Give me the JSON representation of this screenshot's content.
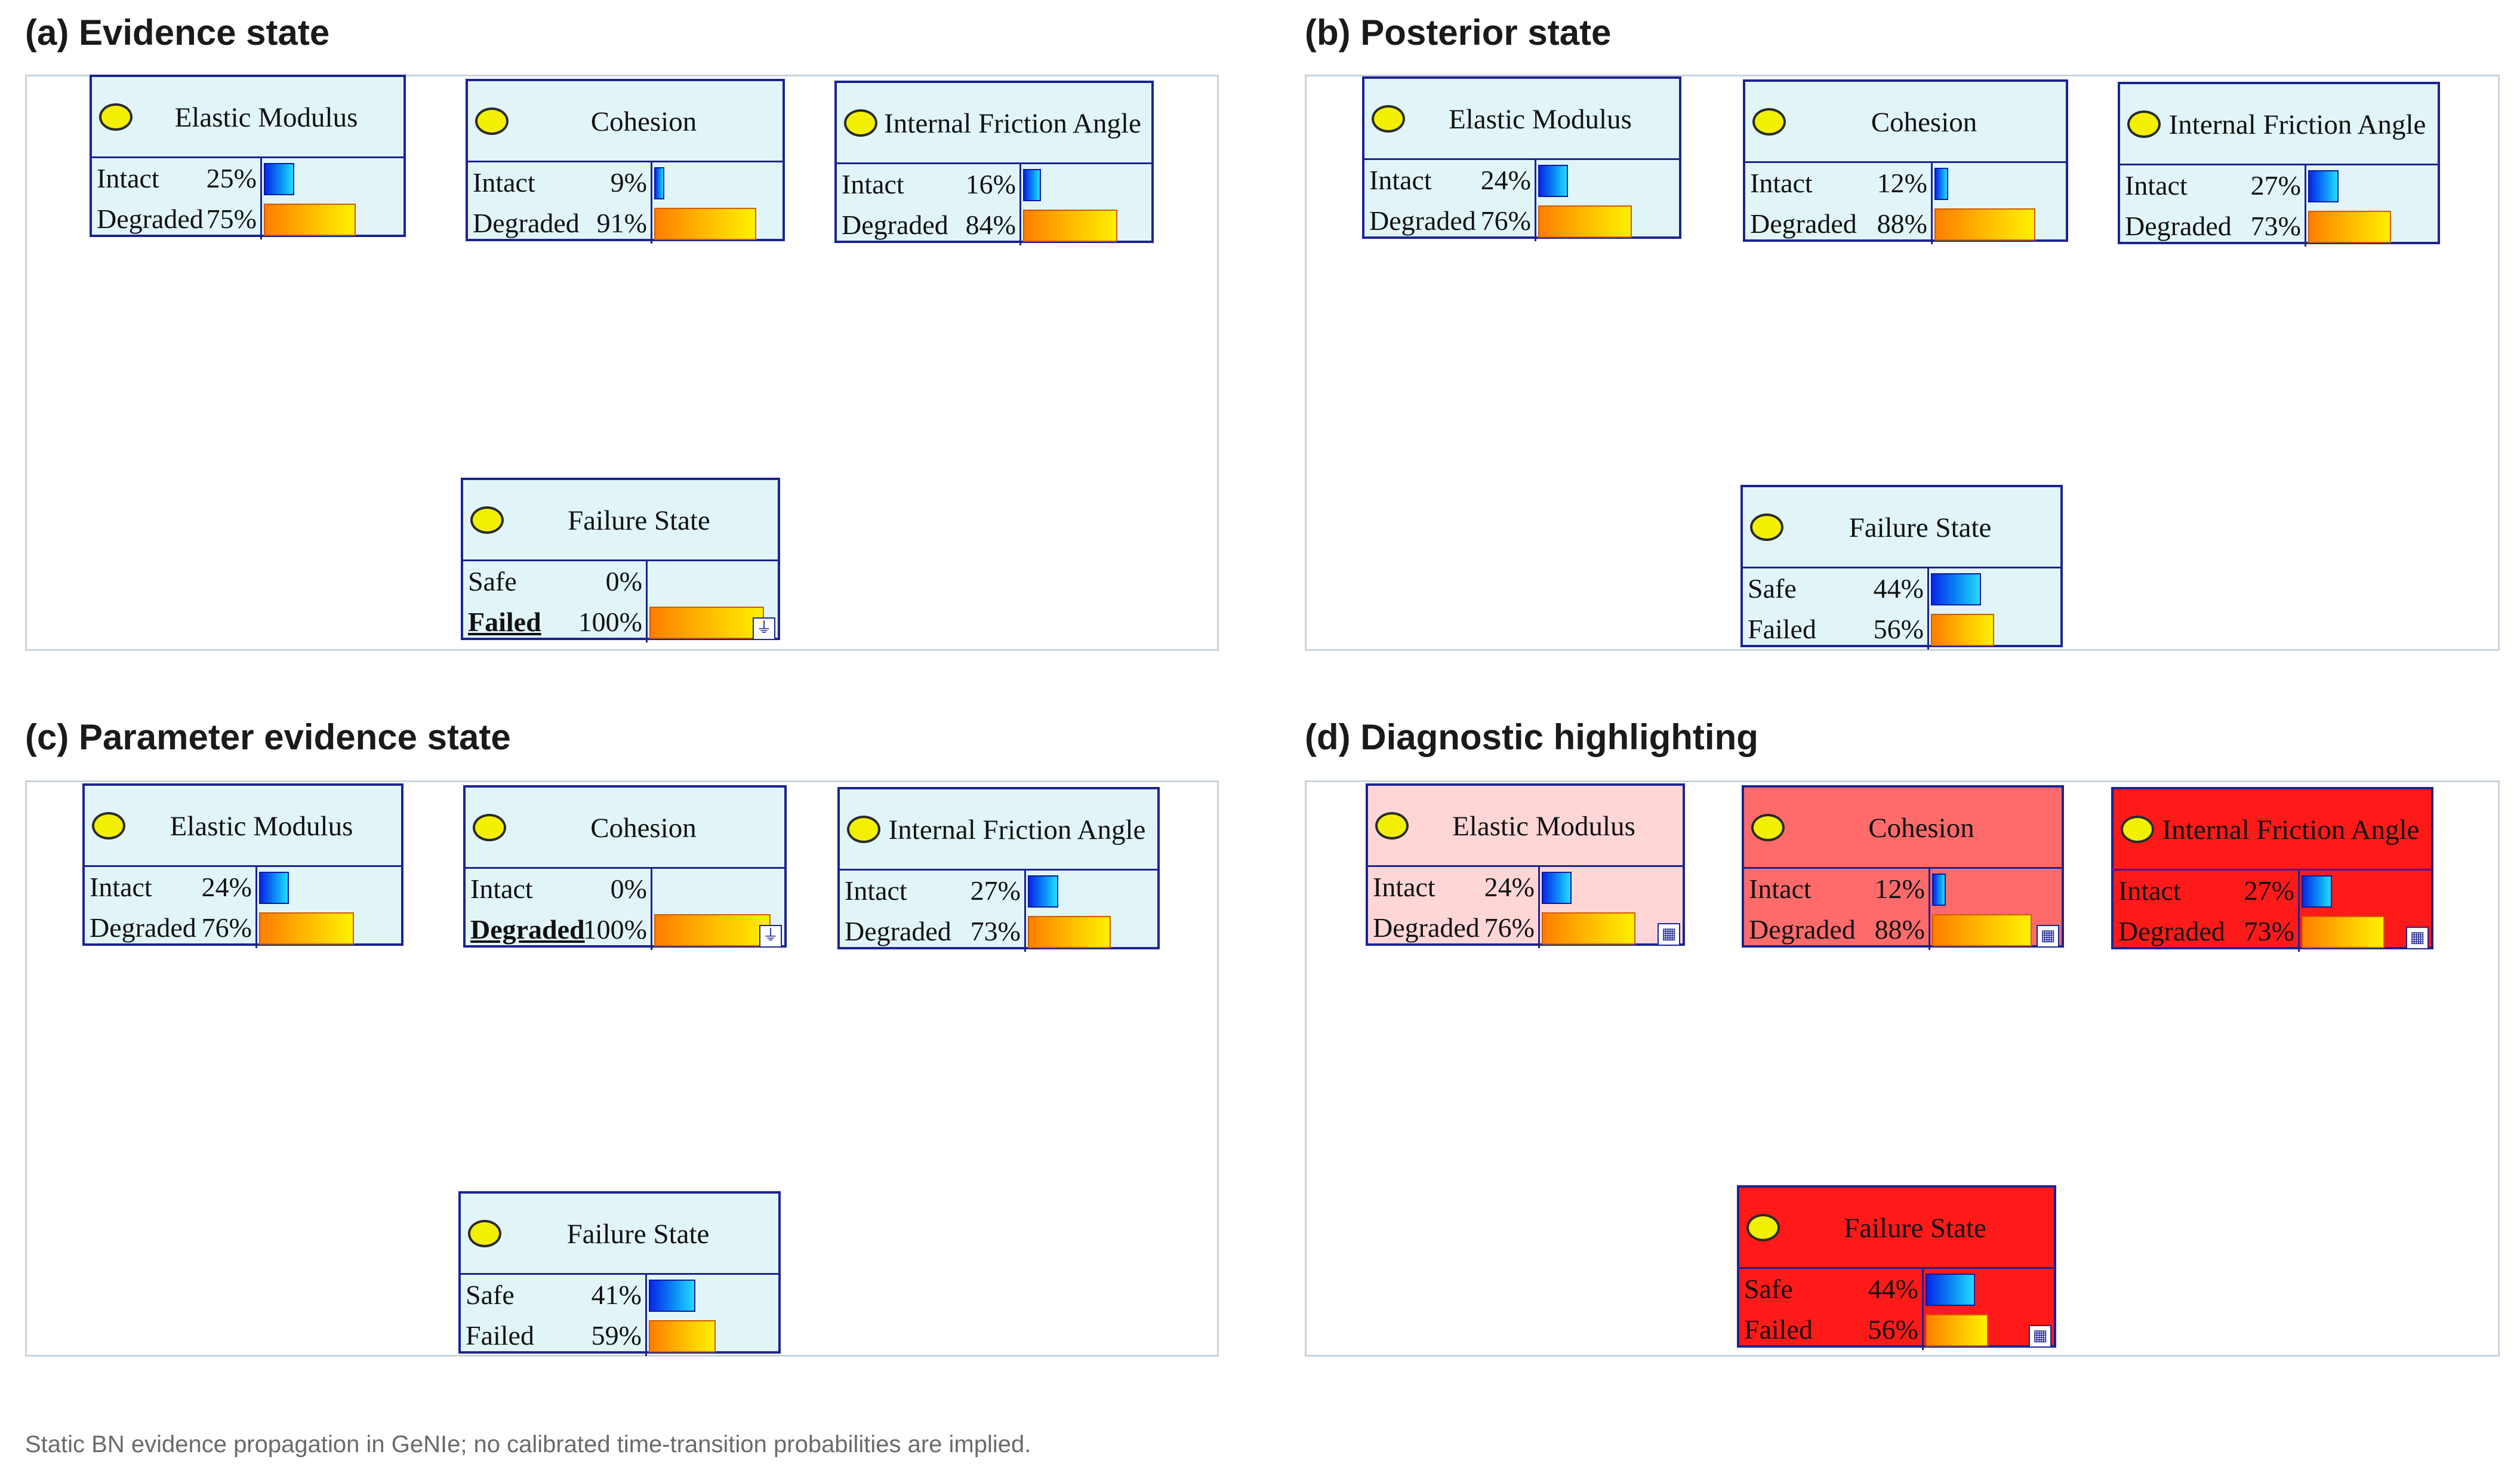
{
  "panels": [
    {
      "title": "(a) Evidence state",
      "nodes": {
        "em": {
          "title": "Elastic Modulus",
          "r1_label": "Intact",
          "r1_pct": "25%",
          "r1_value": 0.25,
          "r2_label": "Degraded",
          "r2_pct": "75%",
          "r2_value": 0.75
        },
        "coh": {
          "title": "Cohesion",
          "r1_label": "Intact",
          "r1_pct": "9%",
          "r1_value": 0.09,
          "r2_label": "Degraded",
          "r2_pct": "91%",
          "r2_value": 0.91
        },
        "ifa": {
          "title": "Internal Friction Angle",
          "r1_label": "Intact",
          "r1_pct": "16%",
          "r1_value": 0.16,
          "r2_label": "Degraded",
          "r2_pct": "84%",
          "r2_value": 0.84
        },
        "fs": {
          "title": "Failure State",
          "r1_label": "Safe",
          "r1_pct": "0%",
          "r1_value": 0.0,
          "r2_label": "Failed",
          "r2_pct": "100%",
          "r2_value": 1.0,
          "evidence": "Failed"
        }
      }
    },
    {
      "title": "(b) Posterior state",
      "nodes": {
        "em": {
          "title": "Elastic Modulus",
          "r1_label": "Intact",
          "r1_pct": "24%",
          "r1_value": 0.24,
          "r2_label": "Degraded",
          "r2_pct": "76%",
          "r2_value": 0.76
        },
        "coh": {
          "title": "Cohesion",
          "r1_label": "Intact",
          "r1_pct": "12%",
          "r1_value": 0.12,
          "r2_label": "Degraded",
          "r2_pct": "88%",
          "r2_value": 0.88
        },
        "ifa": {
          "title": "Internal Friction Angle",
          "r1_label": "Intact",
          "r1_pct": "27%",
          "r1_value": 0.27,
          "r2_label": "Degraded",
          "r2_pct": "73%",
          "r2_value": 0.73
        },
        "fs": {
          "title": "Failure State",
          "r1_label": "Safe",
          "r1_pct": "44%",
          "r1_value": 0.44,
          "r2_label": "Failed",
          "r2_pct": "56%",
          "r2_value": 0.56
        }
      }
    },
    {
      "title": "(c) Parameter evidence state",
      "nodes": {
        "em": {
          "title": "Elastic Modulus",
          "r1_label": "Intact",
          "r1_pct": "24%",
          "r1_value": 0.24,
          "r2_label": "Degraded",
          "r2_pct": "76%",
          "r2_value": 0.76
        },
        "coh": {
          "title": "Cohesion",
          "r1_label": "Intact",
          "r1_pct": "0%",
          "r1_value": 0.0,
          "r2_label": "Degraded",
          "r2_pct": "100%",
          "r2_value": 1.0,
          "evidence": "Degraded"
        },
        "ifa": {
          "title": "Internal Friction Angle",
          "r1_label": "Intact",
          "r1_pct": "27%",
          "r1_value": 0.27,
          "r2_label": "Degraded",
          "r2_pct": "73%",
          "r2_value": 0.73
        },
        "fs": {
          "title": "Failure State",
          "r1_label": "Safe",
          "r1_pct": "41%",
          "r1_value": 0.41,
          "r2_label": "Failed",
          "r2_pct": "59%",
          "r2_value": 0.59
        }
      }
    },
    {
      "title": "(d) Diagnostic highlighting",
      "nodes": {
        "em": {
          "title": "Elastic Modulus",
          "r1_label": "Intact",
          "r1_pct": "24%",
          "r1_value": 0.24,
          "r2_label": "Degraded",
          "r2_pct": "76%",
          "r2_value": 0.76,
          "highlight": "#ffd6d6"
        },
        "coh": {
          "title": "Cohesion",
          "r1_label": "Intact",
          "r1_pct": "12%",
          "r1_value": 0.12,
          "r2_label": "Degraded",
          "r2_pct": "88%",
          "r2_value": 0.88,
          "highlight": "#ff6b6b"
        },
        "ifa": {
          "title": "Internal Friction Angle",
          "r1_label": "Intact",
          "r1_pct": "27%",
          "r1_value": 0.27,
          "r2_label": "Degraded",
          "r2_pct": "73%",
          "r2_value": 0.73,
          "highlight": "#ff1a1a"
        },
        "fs": {
          "title": "Failure State",
          "r1_label": "Safe",
          "r1_pct": "44%",
          "r1_value": 0.44,
          "r2_label": "Failed",
          "r2_pct": "56%",
          "r2_value": 0.56,
          "highlight": "#ff1a1a"
        }
      }
    }
  ],
  "colors": {
    "node_fill": "#e1f5f8",
    "node_border": "#1c2490",
    "arrow": "#0b1282",
    "status_oval": "#f2f000"
  },
  "caption": "Static BN evidence propagation in GeNIe; no calibrated time-transition probabilities are implied."
}
